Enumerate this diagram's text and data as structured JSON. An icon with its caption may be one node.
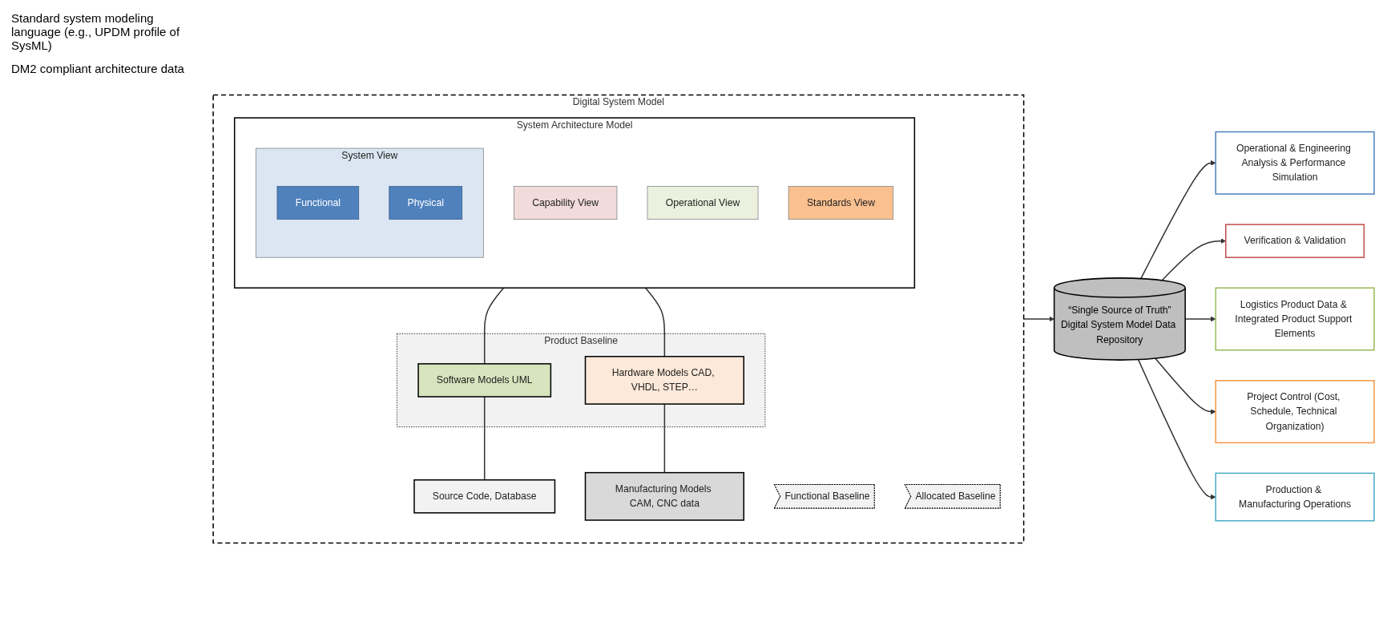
{
  "diagram": {
    "nodes": [
      {
        "text": [
          "Digital System Model"
        ]
      },
      {
        "text": [
          "System Architecture Model"
        ],
        "in": 0
      },
      {
        "text": [
          "Capability View"
        ],
        "in": 1
      },
      {
        "text": [
          "Operational View"
        ],
        "in": 1
      },
      {
        "text": [
          "System View"
        ],
        "in": 1
      },
      {
        "text": [
          "Functional"
        ],
        "in": 4
      },
      {
        "text": [
          "Physical"
        ],
        "in": 4
      },
      {
        "text": [
          "Standards View"
        ],
        "in": 1
      },
      {
        "text": [
          "Functional Baseline"
        ],
        "in": 0
      },
      {
        "text": [
          "Allocated Baseline"
        ],
        "in": 0
      },
      {
        "text": [
          "Product Baseline"
        ],
        "in": 0
      },
      {
        "text": [
          "Software Models UML"
        ],
        "in": 10
      },
      {
        "text": [
          "Hardware Models CAD, VHDL, STEP…"
        ],
        "in": 10
      },
      {
        "text": [
          "Source Code, Database"
        ],
        "in": 0
      },
      {
        "text": [
          "Manufacturing Models CAM, CNC data"
        ],
        "in": 0
      },
      {
        "text": [
          "“Single Source of Truth”",
          "Digital System Model Data Repository"
        ]
      },
      {
        "text": [
          "Operational & Engineering Analysis & Performance Simulation"
        ]
      },
      {
        "text": [
          "Verification & Validation"
        ]
      },
      {
        "text": [
          "Logistics Product Data & Integrated Product Support Elements"
        ]
      },
      {
        "text": [
          "Project Control (Cost, Schedule, Technical Organization)"
        ]
      },
      {
        "text": [
          "Production & Manufacturing Operations"
        ]
      }
    ],
    "edges": [
      {
        "from": 1,
        "to": 11,
        "arrow": "none"
      },
      {
        "from": 1,
        "to": 12,
        "arrow": "none"
      },
      {
        "from": 11,
        "to": 13,
        "arrow": "none"
      },
      {
        "from": 12,
        "to": 14,
        "arrow": "none"
      },
      {
        "from": 0,
        "to": 15,
        "arrow": "to"
      },
      {
        "from": 15,
        "to": 16,
        "arrow": "to"
      },
      {
        "from": 15,
        "to": 17,
        "arrow": "to"
      },
      {
        "from": 15,
        "to": 18,
        "arrow": "to"
      },
      {
        "from": 15,
        "to": 19,
        "arrow": "to"
      },
      {
        "from": 15,
        "to": 20,
        "arrow": "to"
      }
    ],
    "labels": [
      "Standard system modeling language (e.g., UPDM profile of SysML)",
      "DM2 compliant architecture data"
    ]
  }
}
